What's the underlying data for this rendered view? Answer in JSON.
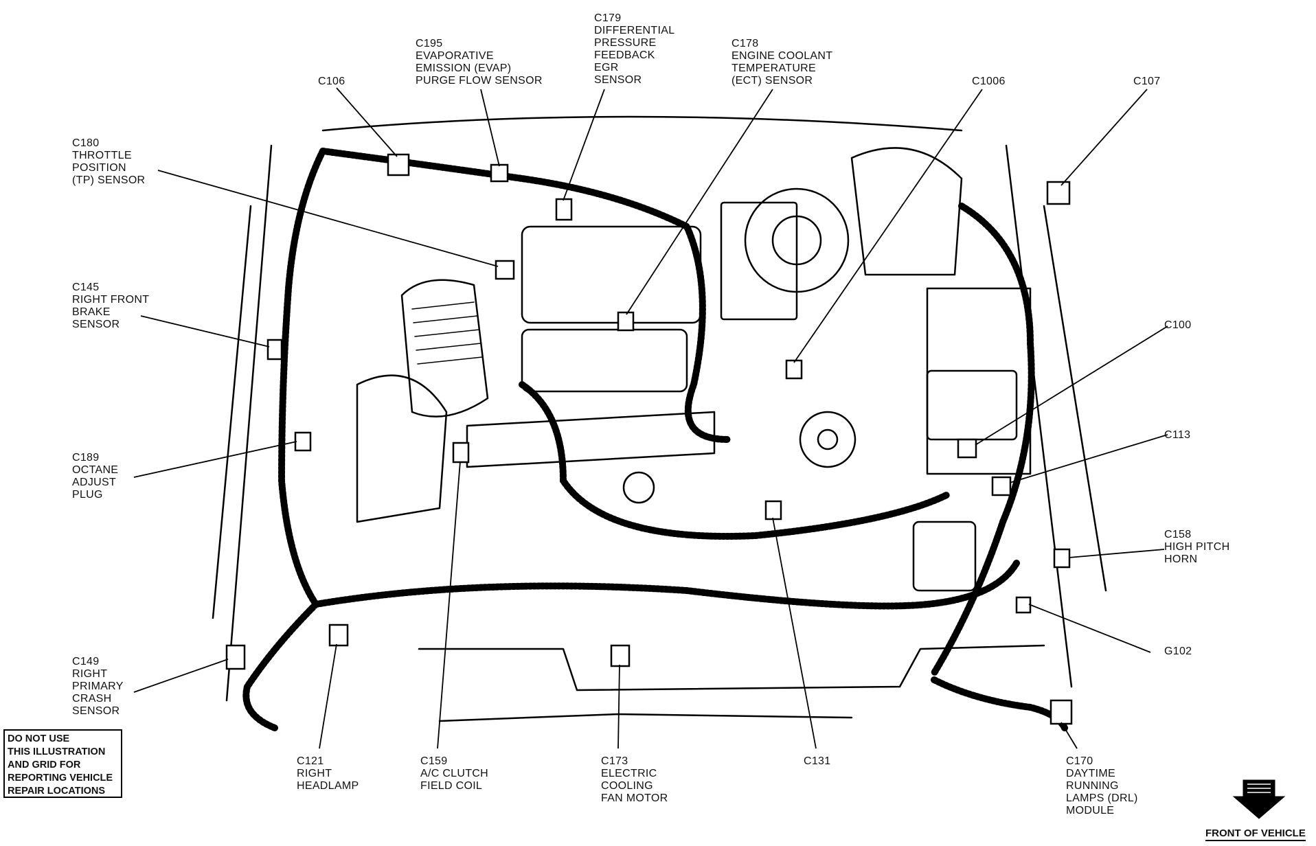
{
  "labels": {
    "c106": [
      "C106"
    ],
    "c195": [
      "C195",
      "EVAPORATIVE",
      "EMISSION (EVAP)",
      "PURGE FLOW SENSOR"
    ],
    "c179": [
      "C179",
      "DIFFERENTIAL",
      "PRESSURE",
      "FEEDBACK",
      "EGR",
      "SENSOR"
    ],
    "c178": [
      "C178",
      "ENGINE COOLANT",
      "TEMPERATURE",
      "(ECT) SENSOR"
    ],
    "c1006": [
      "C1006"
    ],
    "c107": [
      "C107"
    ],
    "c180": [
      "C180",
      "THROTTLE",
      "POSITION",
      "(TP) SENSOR"
    ],
    "c145": [
      "C145",
      "RIGHT FRONT",
      "BRAKE",
      "SENSOR"
    ],
    "c100": [
      "C100"
    ],
    "c113": [
      "C113"
    ],
    "c189": [
      "C189",
      "OCTANE",
      "ADJUST",
      "PLUG"
    ],
    "c158": [
      "C158",
      "HIGH PITCH",
      "HORN"
    ],
    "g102": [
      "G102"
    ],
    "c149": [
      "C149",
      "RIGHT",
      "PRIMARY",
      "CRASH",
      "SENSOR"
    ],
    "c121": [
      "C121",
      "RIGHT",
      "HEADLAMP"
    ],
    "c159": [
      "C159",
      "A/C CLUTCH",
      "FIELD COIL"
    ],
    "c173": [
      "C173",
      "ELECTRIC",
      "COOLING",
      "FAN MOTOR"
    ],
    "c131": [
      "C131"
    ],
    "c170": [
      "C170",
      "DAYTIME",
      "RUNNING",
      "LAMPS (DRL)",
      "MODULE"
    ]
  },
  "warning": [
    "DO NOT USE",
    "THIS ILLUSTRATION",
    "AND GRID FOR",
    "REPORTING VEHICLE",
    "REPAIR LOCATIONS"
  ],
  "front_of_vehicle": "FRONT OF VEHICLE",
  "icons": {
    "direction_arrow": "down-arrow-icon"
  }
}
